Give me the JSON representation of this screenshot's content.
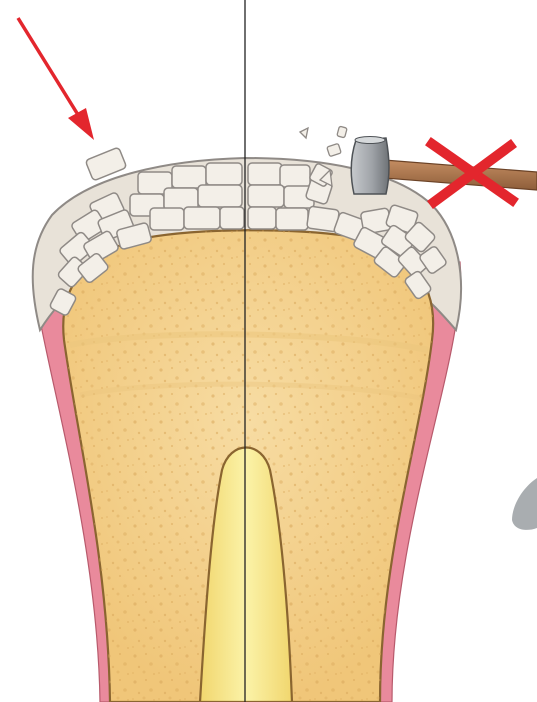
{
  "figure": {
    "text_labels": [],
    "annotations": [
      {
        "kind": "pointer-arrow",
        "color": "#e3262d",
        "target": "loose-cartilage-block"
      },
      {
        "kind": "cross-mark",
        "color": "#e3262d",
        "target": "hammer"
      }
    ],
    "colors": {
      "cartilage_fill": "#e8e2d8",
      "cartilage_stroke": "#8f8a86",
      "block_fill": "#f3efe8",
      "bone_fill": "#f4d391",
      "bone_stroke": "#8a6530",
      "cortex_fill": "#e98a9c",
      "marrow_fill": "#f9ec8c",
      "divider": "#222222",
      "hammer_head": "#9fa3a8",
      "hammer_handle": "#b07a52",
      "warning": "#e3262d"
    },
    "icons": [
      "red-arrow-icon",
      "hammer-icon",
      "red-x-icon"
    ]
  }
}
